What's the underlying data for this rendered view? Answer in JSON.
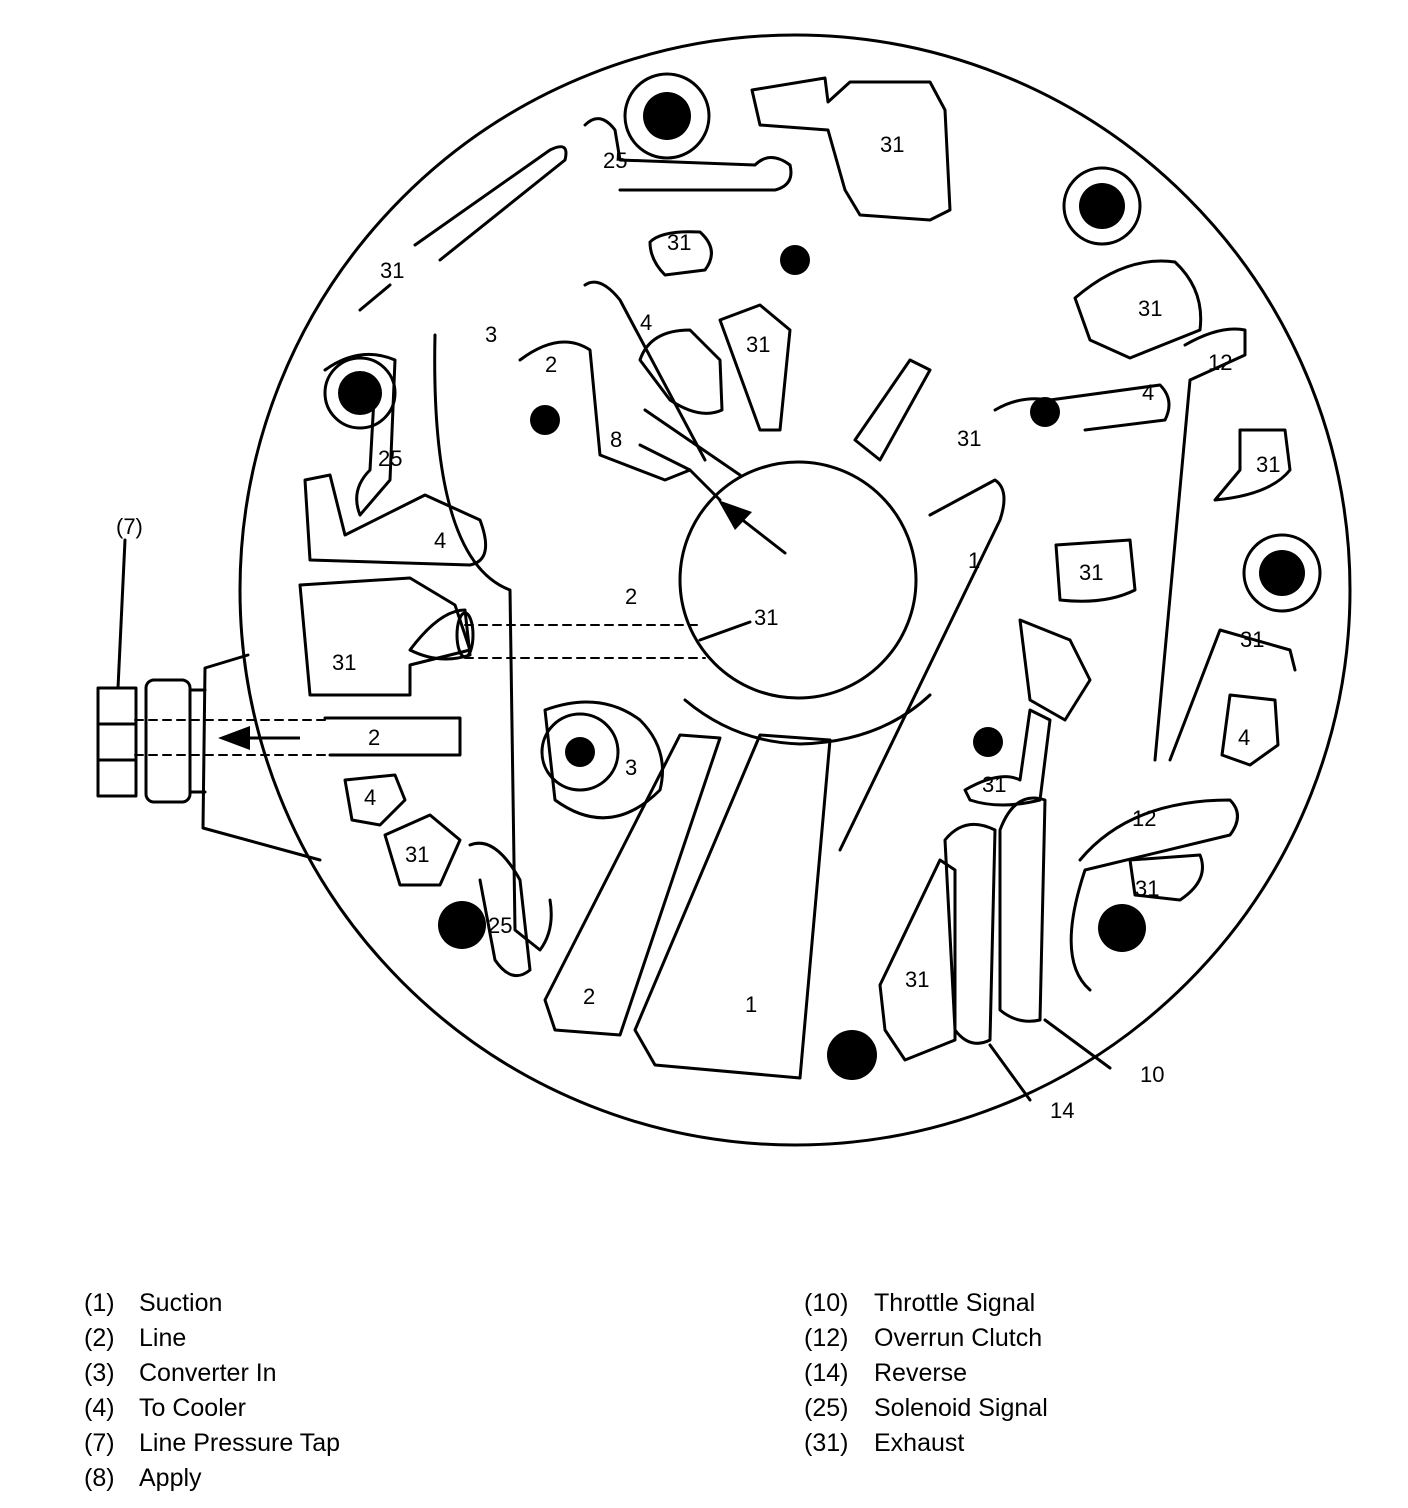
{
  "callouts": {
    "c_31_top": "31",
    "c_31_left": "31",
    "c_31_upper_mid": "31",
    "c_31_upper_right": "31",
    "c_31_right_a": "31",
    "c_31_right_b": "31",
    "c_31_center": "31",
    "c_31_pressure": "31",
    "c_31_left_body": "31",
    "c_31_center_low": "31",
    "c_31_right_c": "31",
    "c_31_lower_right": "31",
    "c_31_lower_left": "31",
    "c_31_bottom": "31",
    "c_31_mid_cluster": "31",
    "c_25_top": "25",
    "c_25_left": "25",
    "c_25_bottom": "25",
    "c_4_top": "4",
    "c_4_left": "4",
    "c_4_right": "4",
    "c_4_lower_left": "4",
    "c_4_far_right": "4",
    "c_3_top": "3",
    "c_3_bottom": "3",
    "c_2_top": "2",
    "c_2_center": "2",
    "c_2_tap": "2",
    "c_2_bottom": "2",
    "c_8": "8",
    "c_1_right": "1",
    "c_1_bottom": "1",
    "c_12_top": "12",
    "c_12_lower": "12",
    "c_10": "10",
    "c_14": "14",
    "c_7": "(7)"
  },
  "legend": {
    "left": [
      {
        "num": "(1)",
        "label": "Suction"
      },
      {
        "num": "(2)",
        "label": "Line"
      },
      {
        "num": "(3)",
        "label": "Converter In"
      },
      {
        "num": "(4)",
        "label": "To Cooler"
      },
      {
        "num": "(7)",
        "label": "Line Pressure Tap"
      },
      {
        "num": "(8)",
        "label": "Apply"
      }
    ],
    "right": [
      {
        "num": "(10)",
        "label": "Throttle Signal"
      },
      {
        "num": "(12)",
        "label": "Overrun Clutch"
      },
      {
        "num": "(14)",
        "label": "Reverse"
      },
      {
        "num": "(25)",
        "label": "Solenoid Signal"
      },
      {
        "num": "(31)",
        "label": "Exhaust"
      }
    ]
  }
}
